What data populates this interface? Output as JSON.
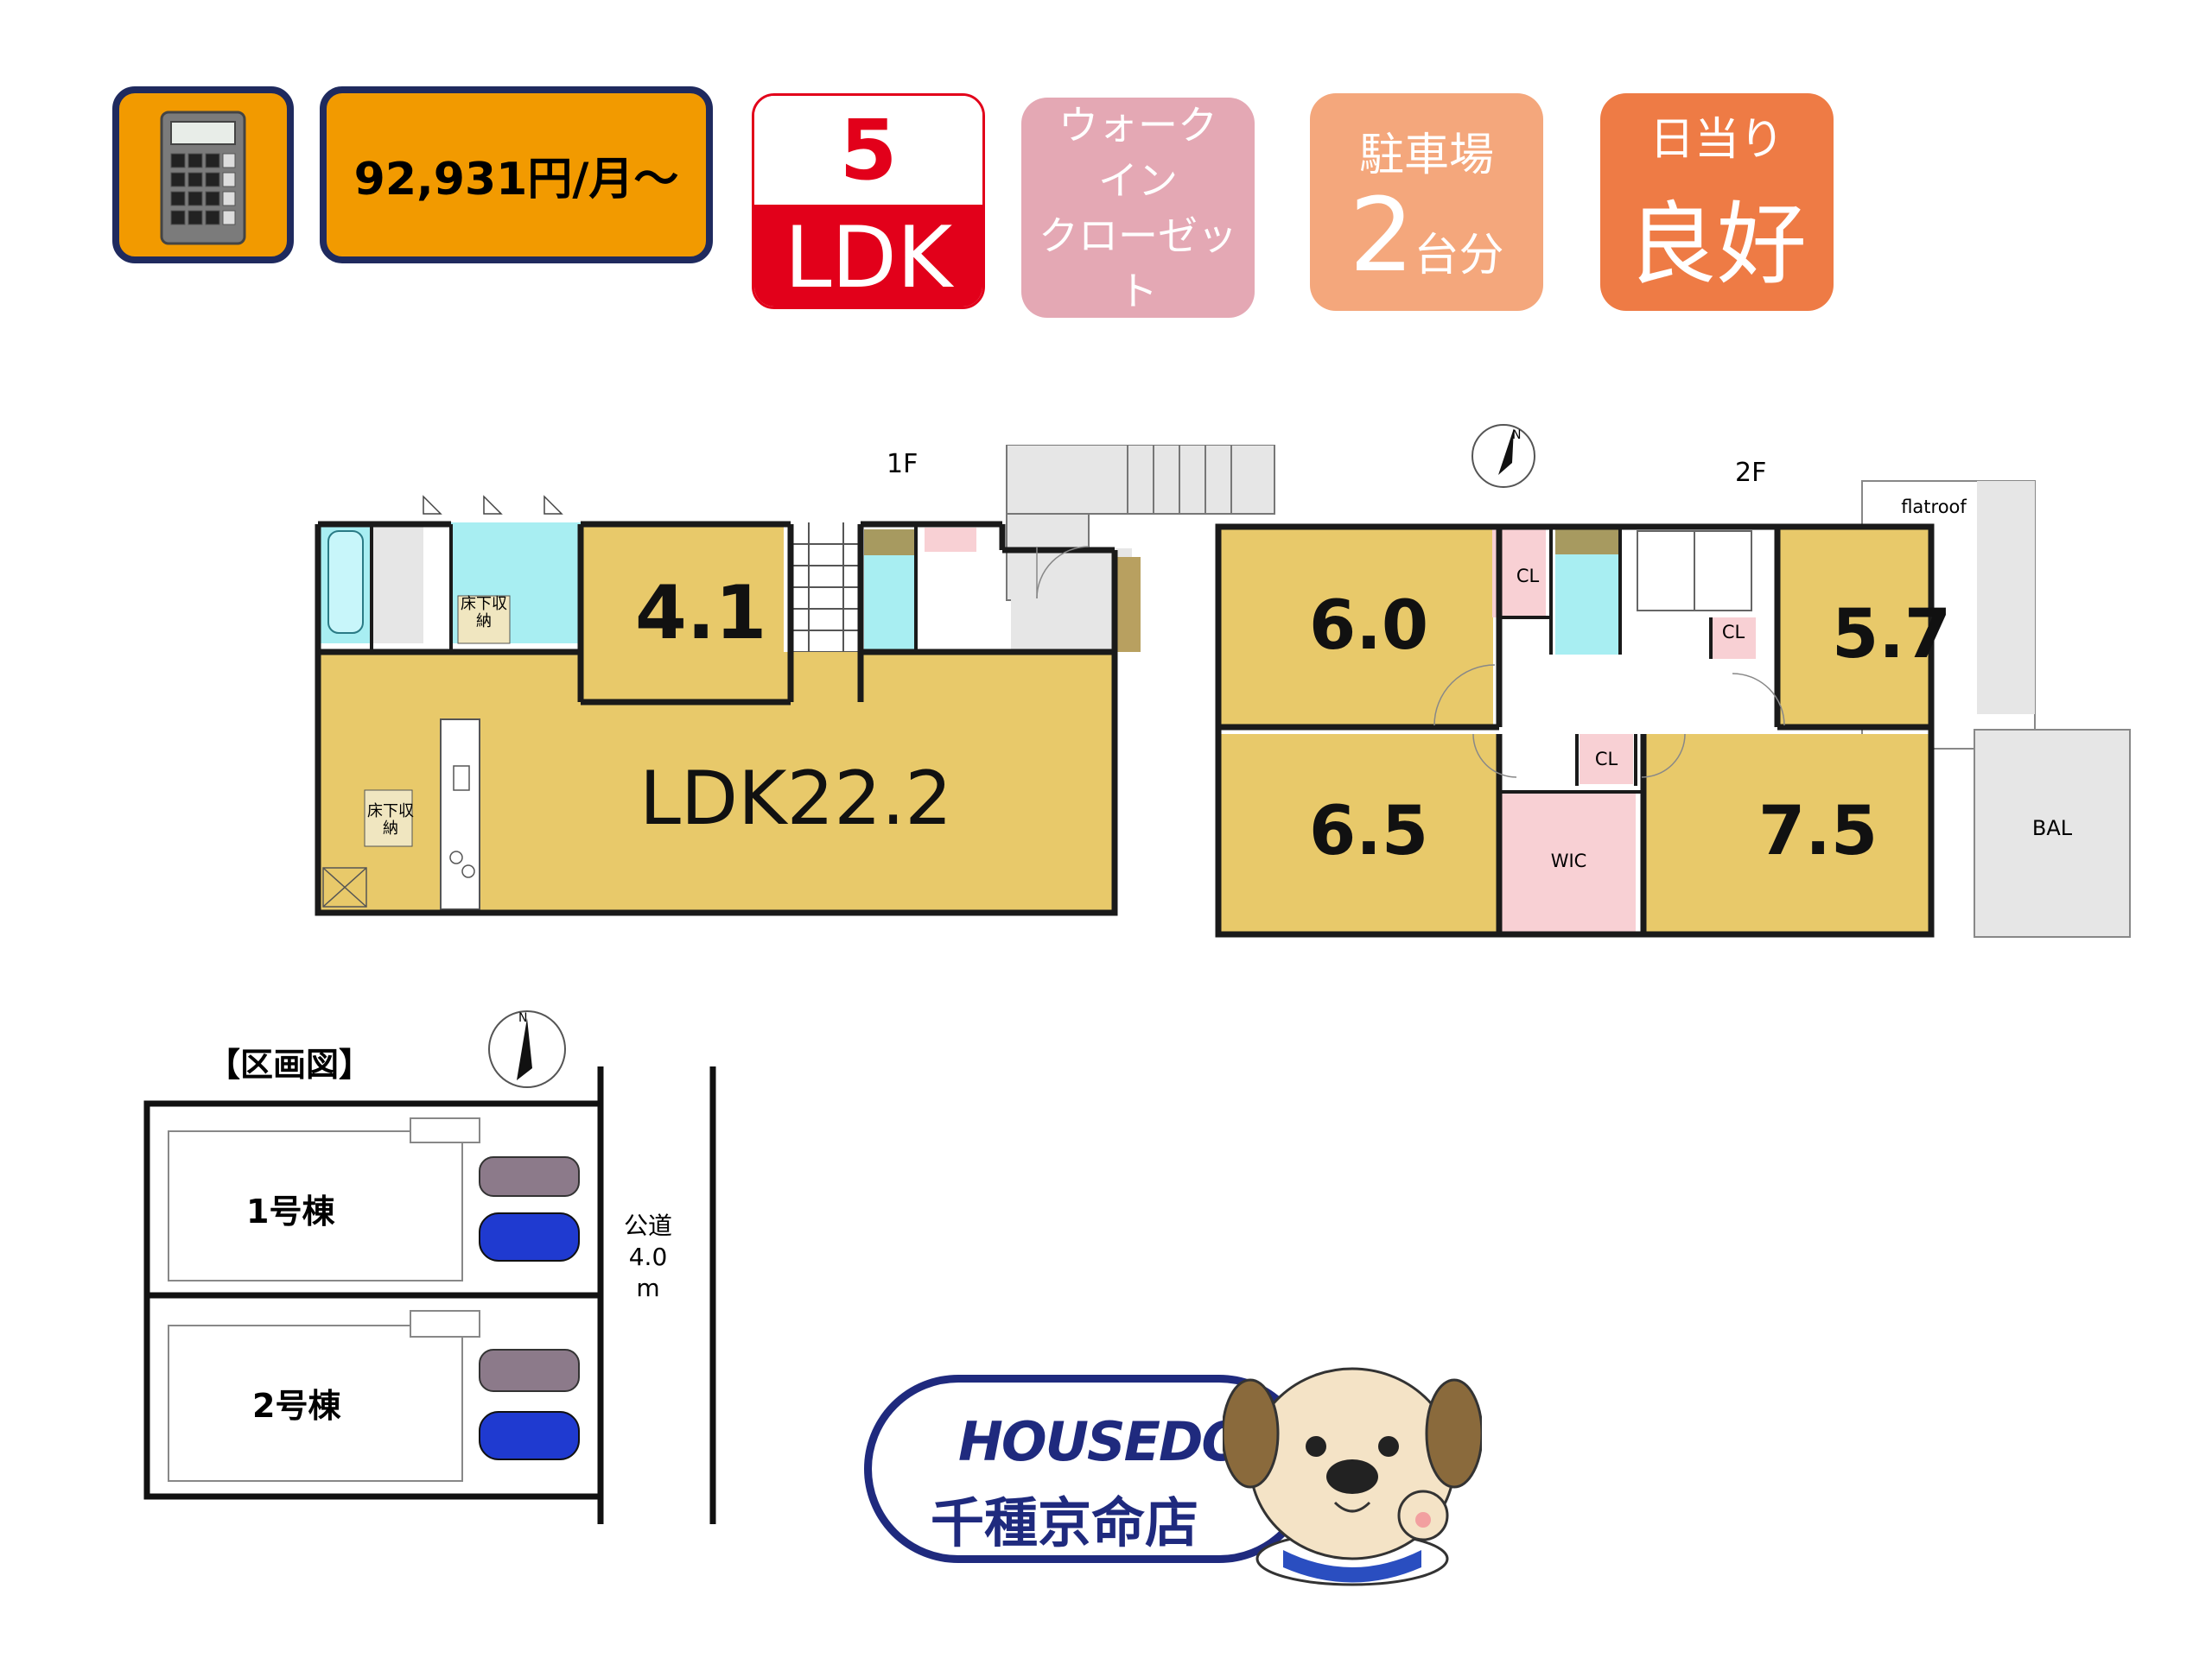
{
  "header": {
    "calculator_icon": "calculator-icon",
    "monthly_price": "92,931円/月～",
    "layout_badge": {
      "number": "5",
      "type": "LDK"
    },
    "closet_badge": {
      "line1": "ウォーク",
      "line2": "イン",
      "line3": "クローゼット"
    },
    "parking_badge": {
      "title": "駐車場",
      "count": "2",
      "unit": "台分"
    },
    "sunlight_badge": {
      "title": "日当り",
      "value": "良好"
    }
  },
  "floor1": {
    "label": "1F",
    "rooms": {
      "ldk": "LDK22.2",
      "room": "4.1"
    },
    "storage_label_1": "床下収納",
    "storage_label_2": "床下収納"
  },
  "floor2": {
    "label": "2F",
    "rooms": {
      "r1": "6.0",
      "r2": "5.7",
      "r3": "6.5",
      "r4": "7.5"
    },
    "closets": [
      "CL",
      "CL",
      "CL"
    ],
    "wic": "WIC",
    "balcony": "BAL",
    "flatroof": "flatroof"
  },
  "site_plan": {
    "title": "【区画図】",
    "lots": [
      "1号棟",
      "2号棟"
    ],
    "road": {
      "line1": "公道",
      "line2": "4.0",
      "line3": "m"
    }
  },
  "brand": {
    "logo": "HOUSEDO",
    "store": "千種京命店"
  },
  "colors": {
    "room_fill": "#e8c96a",
    "wet_fill": "#a8eef2",
    "closet_fill": "#f8d0d4",
    "wall": "#1a1a1a",
    "badge_red": "#e2001a",
    "navy": "#1f2a5e"
  }
}
